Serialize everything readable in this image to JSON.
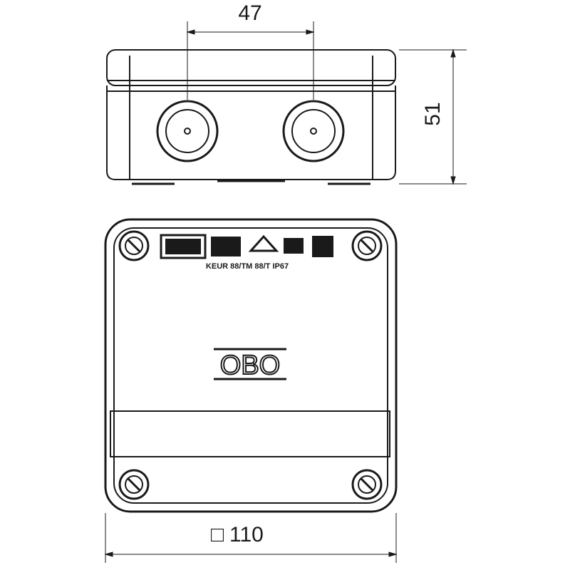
{
  "dimensions": {
    "spacing": "47",
    "height": "51",
    "width_symbol": "□",
    "width": "110"
  },
  "logo": "OBO",
  "label_text": "KEUR 88/TM 88/T IP67",
  "colors": {
    "stroke": "#1a1a1a",
    "background": "#ffffff"
  }
}
